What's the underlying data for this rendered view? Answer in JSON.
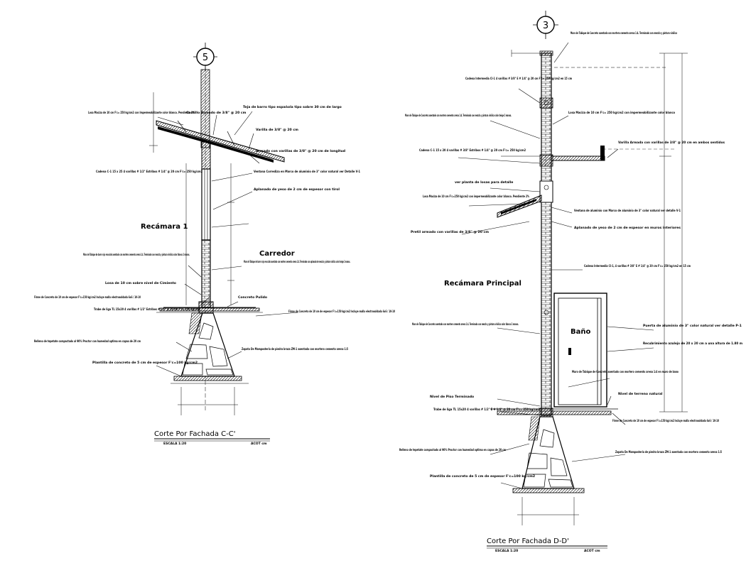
{
  "left": {
    "grid": "5",
    "room_1": "Recámara 1",
    "room_2": "Carredor",
    "title": "Corte Por Fachada C-C'",
    "scale": "ESCALA 1:20",
    "units": "ACOT cm",
    "notes": {
      "losa_sup": "Losa Maciza de 10 cm F'c= 250 kg/cm2 con Impermeabilizante color blanco. Pendiente 2%",
      "castillo": "Castillo Armado de 3/8\" @ 20 cm",
      "teja": "Teja de barro tipo española tipo sobre 30 cm de largo",
      "varilla_ang": "Varilla de 3/8\" @ 20 cm",
      "cadena": "Cadena C-1 15 x 25 4 varillas # 1/2\" Estribos # 1/4\" @ 20 cm F'c= 250 kg/cm2",
      "armado_vigas": "Armado con varillas de 3/8\" @ 20 cm de longitud",
      "ventana": "Ventana Corrediza en Marco de aluminio de 3\" color natural ver Detalle V-1",
      "aplanado_int": "Aplanado de yeso de 2 cm de espesor con tirol",
      "muro_izq": "Muro de Tabique de barro rojo recocido asentado con mortero cemento arena 1:4. Terminado con mezcla y pintura vinilica color blanco 2 manos.",
      "muro_der": "Muro de Tabique de barro rojo recocido asentado con mortero cemento arena 1:4. Terminado con aplanado de mezcla y pintura vinilica color beige 2 manos.",
      "losa_azotea": "Losa de 10 cm sobre nivel de Cimiento",
      "firme": "Firme de Concreto de 10 cm de espesor F'c=150 kg/cm2 Incluye malla electrosoldada 6x6 / 10-10",
      "contratrabe": "Trabe de liga TL 15x20 4 varillas # 1/2\" Estribos # 1/4\" @ 20 cm F'c= 250 kg/cm2",
      "piso": "Concreto Pulido",
      "firme_der": "Firme de Concreto de 10 cm de espesor F'c=150 kg/cm2 Incluye malla electrosoldada 6x6 / 10-10",
      "relleno": "Relleno de tepetate compactado al 90% Proctor con humedad optima en capas de 20 cm",
      "zapata": "Zapata De Mamposteria de piedra braza ZM-1 asentada con mortero cemento arena 1:5",
      "plantilla": "Plantilla de concreto de 5 cm de espesor F'c=100 kg/cm2"
    }
  },
  "right": {
    "grid": "3",
    "room_1": "Recámara Principal",
    "room_2": "Baño",
    "title": "Corte Por Fachada D-D'",
    "scale": "ESCALA 1:20",
    "units": "ACOT cm",
    "notes": {
      "muro_top": "Muro de Tabique de Concreto asentado con mortero cemento arena 1:4. Terminado con mezcla y pintura vinilica",
      "castillo": "Cadena Intermedia CI-1 4 varillas # 3/8\" E # 1/4\" @ 20 cm F'c= 250 kg/cm2 en 15 cm",
      "muro_izq": "Muro de Tabique de Concreto asentado con mortero cemento arena 1:4. Terminado con mezcla y pintura vinilica color beige 2 manos.",
      "losa": "Losa Maciza de 10 cm F'c= 250 kg/cm2 con impermeabilizante color blanco",
      "varilla": "Varilla Armada con varillas de 3/8\" @ 20 cm en ambos sentidos",
      "cadena": "Cadena C-1 15 x 20 4 varillas # 3/8\" Estribos # 1/4\" @ 20 cm F'c= 250 kg/cm2",
      "ref_dim": "ver planta de losas para detalle",
      "losa_alero": "Losa Maciza de 10 cm F'c=250 kg/cm2 con impermeabilizante color blanco. Pendiente 2%",
      "ventana": "Ventana de aluminio con Marco de aluminio de 3\" color natural ver detalle V-1",
      "aplanado": "Aplanado de yeso de 2 cm de espesor en muros interiores",
      "pretil": "Pretil armado con varillas de 3/8\" @ 20 cm",
      "cadena_int": "Cadena Intermedia CI-1, 4 varillas # 3/8\" E # 1/4\" @ 20 cm F'c= 250 kg/cm2 en 15 cm",
      "muro_bano": "Muro de Tabique de Concreto asentado con mortero cemento arena 1:4. Terminado con mezcla y pintura vinilica color blanco 2 manos.",
      "puerta": "Puerta de aluminio de 3\" color natural ver detalle P-1",
      "azulejo": "Recubrimiento azulejo de 20 x 20 cm a una altura de 1.80 m",
      "muro_bano2": "Muro de Tabique de Concreto asentado con mortero cemento arena 1:4 en muro de bano",
      "nivel_piso": "Nivel de Piso Terminado",
      "nivel_terreno": "Nivel de terreno natural",
      "trabe": "Trabe de liga TL 15x20 4 varillas # 1/2\" E # 1/4\" @ 20 cm F'c= 250 kg/cm2",
      "firme": "Firme de Concreto de 10 cm de espesor F'c=150 kg/cm2 Incluye malla electrosoldada 6x6 / 10-10",
      "relleno": "Relleno de tepetate compactado al 90% Proctor con humedad optima en capas de 20 cm",
      "zapata": "Zapata De Mamposteria de piedra braza ZM-1 asentada con mortero cemento arena 1:5",
      "plantilla": "Plantilla de concreto de 5 cm de espesor F'c=100 kg/cm2"
    }
  }
}
